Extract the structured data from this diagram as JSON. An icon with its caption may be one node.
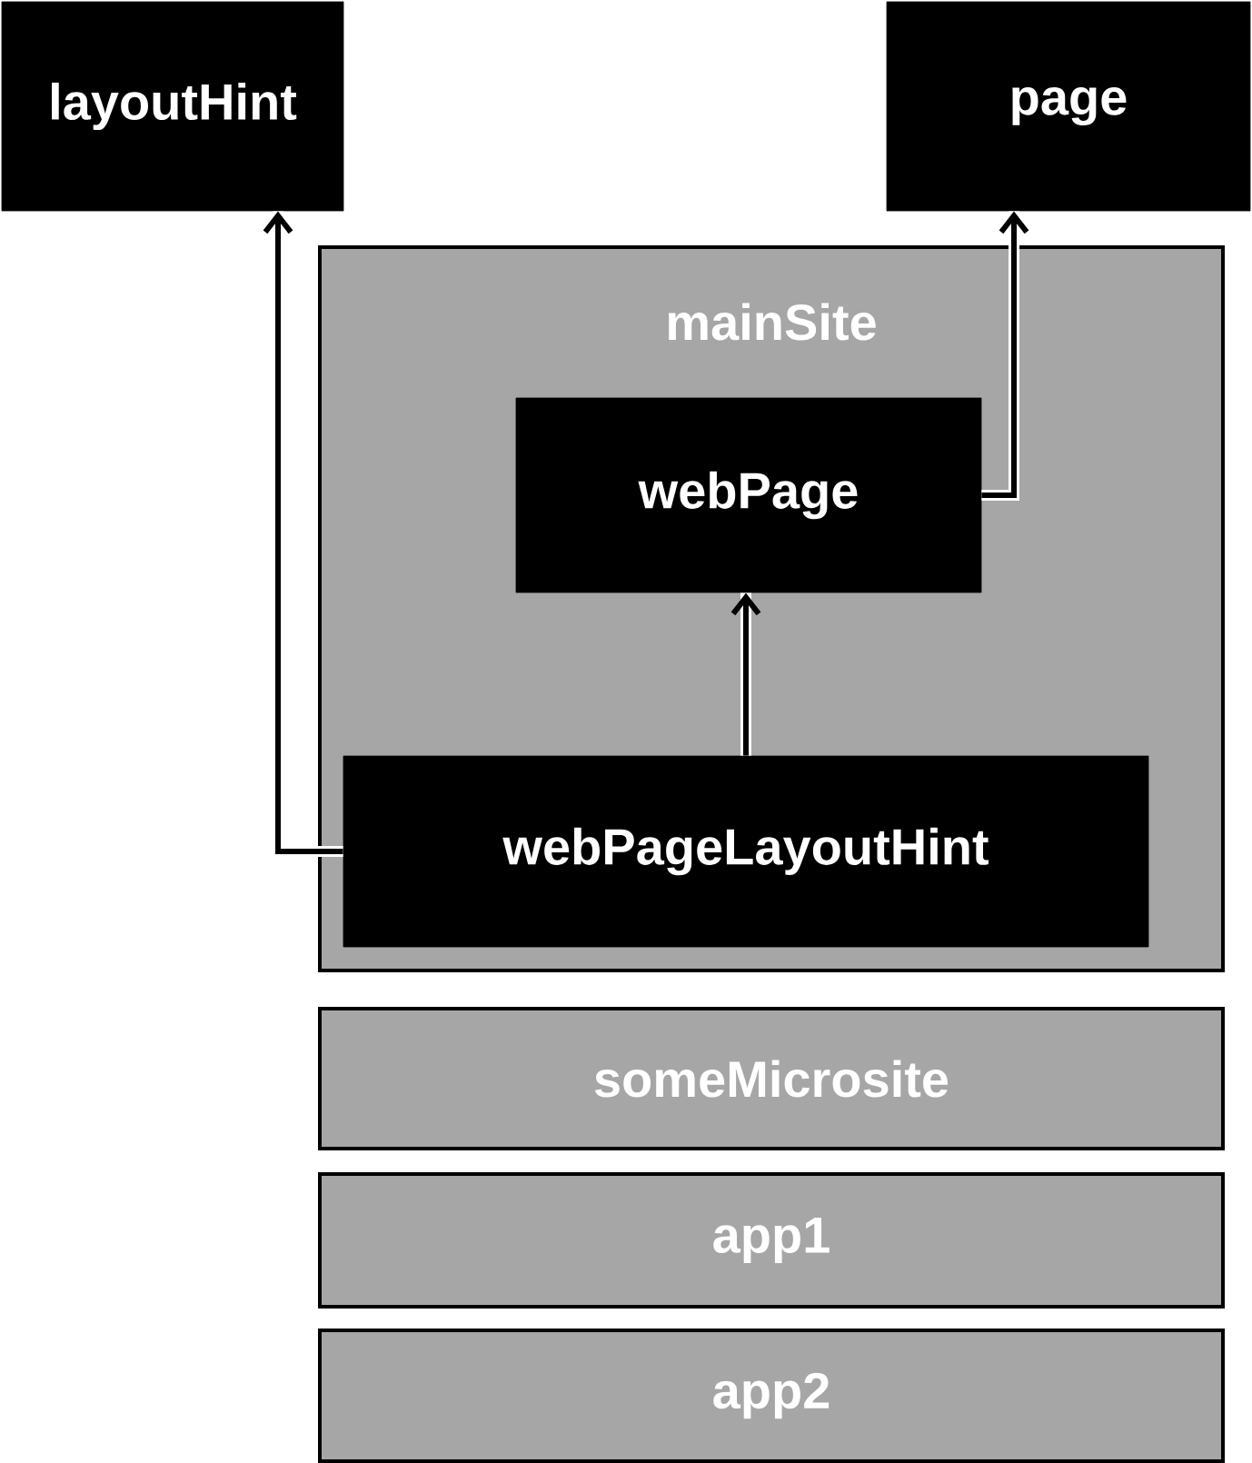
{
  "diagram": {
    "nodes": [
      {
        "text": [
          "layoutHint"
        ]
      },
      {
        "text": [
          "page"
        ]
      },
      {
        "text": [
          "mainSite"
        ]
      },
      {
        "text": [
          "webPage"
        ],
        "in": 2
      },
      {
        "text": [
          "webPageLayoutHint"
        ],
        "in": 2
      },
      {
        "text": [
          "someMicrosite"
        ]
      },
      {
        "text": [
          "app1"
        ]
      },
      {
        "text": [
          "app2"
        ]
      }
    ],
    "edges": [
      {
        "from": 4,
        "to": 0,
        "arrow": "to"
      },
      {
        "from": 3,
        "to": 1,
        "arrow": "to"
      },
      {
        "from": 4,
        "to": 3,
        "arrow": "to"
      }
    ]
  }
}
